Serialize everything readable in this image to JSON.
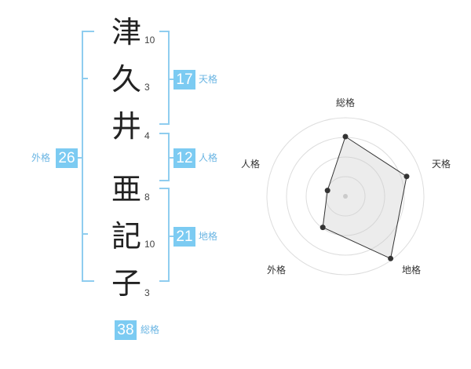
{
  "name": {
    "chars": [
      {
        "char": "津",
        "strokes": "10"
      },
      {
        "char": "久",
        "strokes": "3"
      },
      {
        "char": "井",
        "strokes": "4"
      },
      {
        "char": "亜",
        "strokes": "8"
      },
      {
        "char": "記",
        "strokes": "10"
      },
      {
        "char": "子",
        "strokes": "3"
      }
    ]
  },
  "fortunes": {
    "tenkaku": {
      "value": "17",
      "label": "天格"
    },
    "jinkaku": {
      "value": "12",
      "label": "人格"
    },
    "chikaku": {
      "value": "21",
      "label": "地格"
    },
    "gaikaku": {
      "value": "26",
      "label": "外格"
    },
    "soukaku": {
      "value": "38",
      "label": "総格"
    }
  },
  "radar": {
    "axes": [
      "総格",
      "天格",
      "地格",
      "外格",
      "人格"
    ],
    "values": [
      0.76,
      0.82,
      0.98,
      0.49,
      0.24
    ],
    "max": 1
  },
  "colors": {
    "accent": "#7ccbf2",
    "bracket": "#8fcdef",
    "label": "#6ab5e3"
  }
}
